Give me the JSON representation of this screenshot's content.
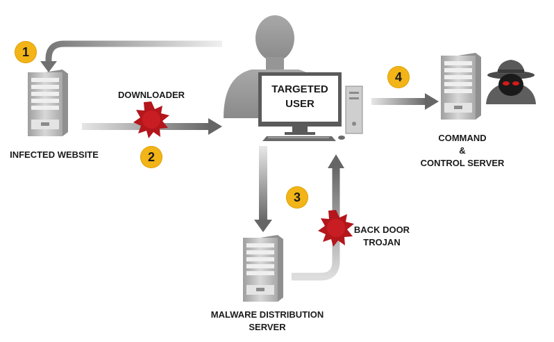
{
  "labels": {
    "infected_website": "INFECTED WEBSITE",
    "downloader": "DOWNLOADER",
    "targeted_user_line1": "TARGETED",
    "targeted_user_line2": "USER",
    "command_line1": "COMMAND",
    "command_line2": "&",
    "command_line3": "CONTROL SERVER",
    "back_door_line1": "BACK DOOR",
    "back_door_line2": "TROJAN",
    "malware_line1": "MALWARE DISTRIBUTION",
    "malware_line2": "SERVER"
  },
  "steps": [
    "1",
    "2",
    "3",
    "4"
  ],
  "colors": {
    "badge": "#f2b417",
    "burst": "#b3161b",
    "arrow": "#6d6d6d",
    "silhouette": "#9a9a9a",
    "server": "#b9b9b9"
  }
}
